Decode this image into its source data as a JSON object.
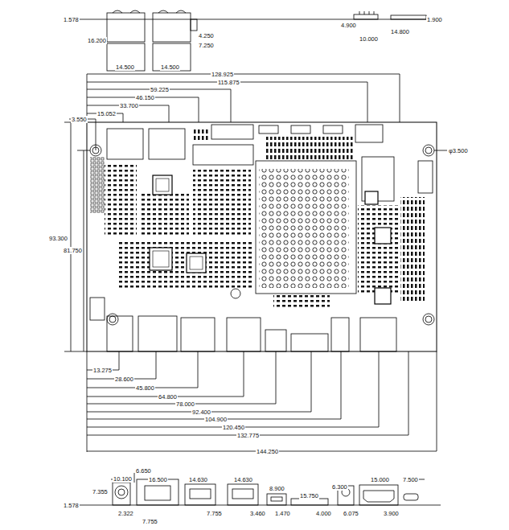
{
  "diagram": {
    "labels": [
      "1.578",
      "16.200",
      "14.500",
      "14.500",
      "4.250",
      "7.250",
      "4.900",
      "10.000",
      "14.800",
      "1.900",
      "128.925",
      "115.875",
      "59.225",
      "46.150",
      "33.700",
      "15.052",
      "3.550",
      "φ3.500",
      "93.300",
      "81.750",
      "13.275",
      "28.600",
      "45.800",
      "64.800",
      "78.000",
      "92.400",
      "104.900",
      "120.450",
      "132.775",
      "144.250",
      "10.100",
      "6.650",
      "16.500",
      "14.630",
      "14.630",
      "8.900",
      "15.750",
      "6.300",
      "15.000",
      "7.500",
      "7.355",
      "1.578",
      "2.322",
      "7.755",
      "7.755",
      "3.460",
      "1.470",
      "4.000",
      "6.075",
      "3.900"
    ]
  }
}
